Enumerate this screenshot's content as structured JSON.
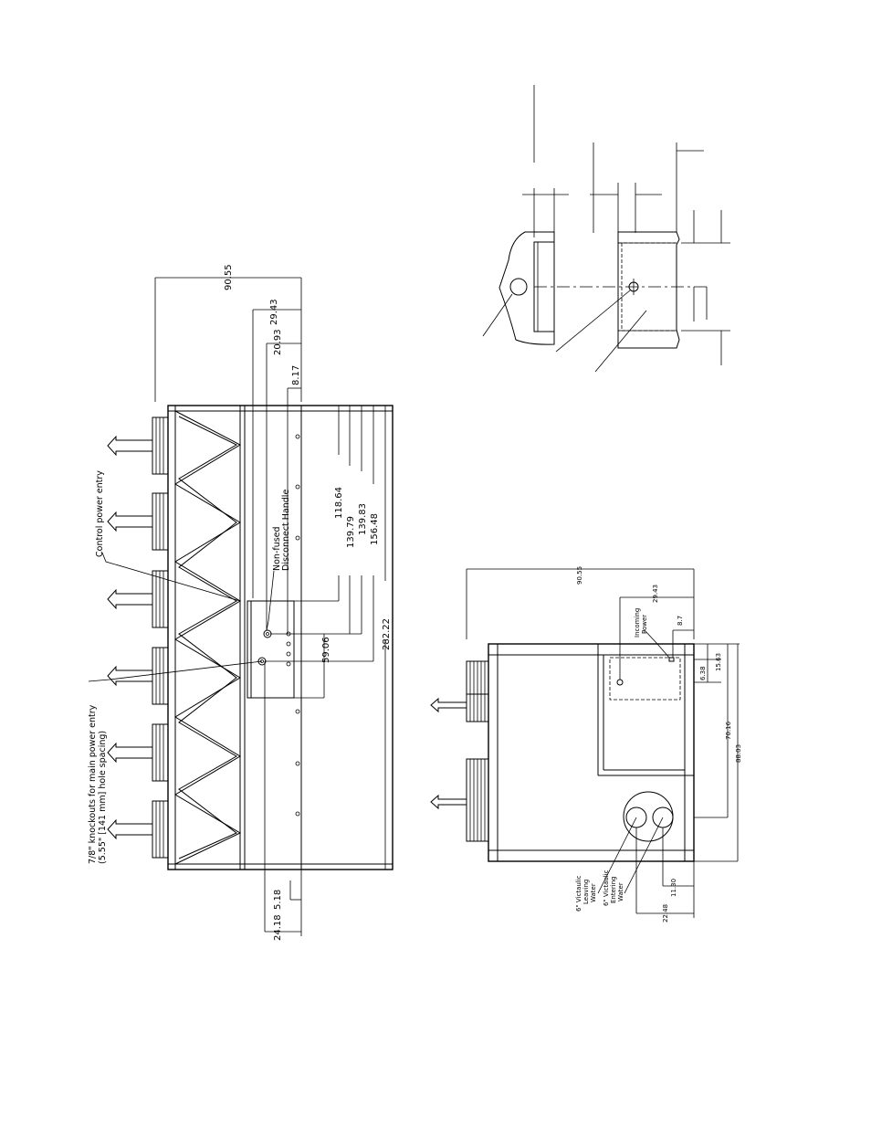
{
  "main_view": {
    "dims": {
      "d1": "90.55",
      "d2": "29.43",
      "d3": "20.93",
      "d4": "8.17",
      "d5": "118.64",
      "d6": "139.79",
      "d7": "139.83",
      "d8": "156.48",
      "d9": "282.22",
      "d10": "59.06",
      "d11": "24.18",
      "d12": "5.18"
    },
    "notes": {
      "disconnect_1": "Non-fused",
      "disconnect_2": "Disconnect Handle",
      "control_power": "Control power entry",
      "knockouts_1": "7/8\" knockouts for main power entry",
      "knockouts_2": "(5.55\" [141 mm] hole spacing)"
    }
  },
  "end_view": {
    "dims": {
      "d1": "90.55",
      "d2": "29.43",
      "d3": "8.7",
      "d4": "6.38",
      "d5": "15.63",
      "d6": "70.16",
      "d7": "88.03",
      "d8": "11.30",
      "d9": "22.48"
    },
    "notes": {
      "incoming_1": "Incoming",
      "incoming_2": "Power",
      "leaving_1": "6\" Victaulic",
      "leaving_2": "Leaving",
      "leaving_3": "Water",
      "entering_1": "6\" Victaulic",
      "entering_2": "Entering",
      "entering_3": "Water"
    }
  }
}
